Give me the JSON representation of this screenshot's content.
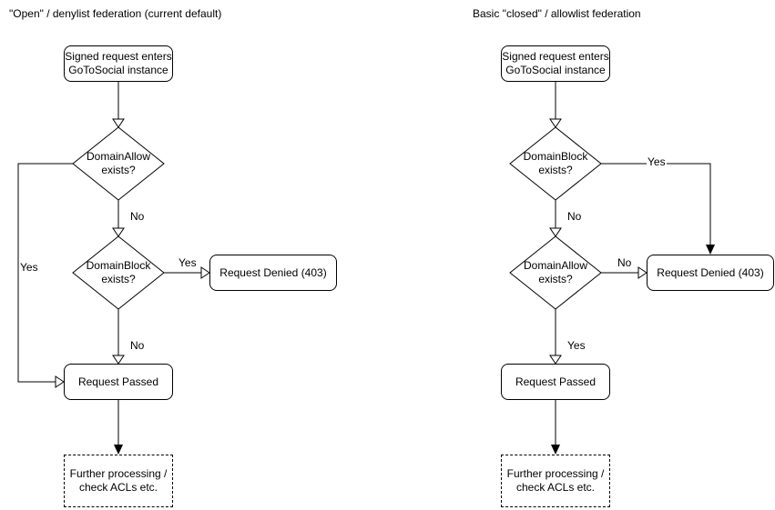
{
  "diagram": {
    "left": {
      "title": "\"Open\" / denylist federation (current default)",
      "start": "Signed request enters\nGoToSocial instance",
      "decision1": "DomainAllow\nexists?",
      "decision2": "DomainBlock\nexists?",
      "denied": "Request Denied (403)",
      "passed": "Request Passed",
      "further": "Further processing /\ncheck ACLs etc.",
      "labels": {
        "decision1_yes": "Yes",
        "decision1_no": "No",
        "decision2_yes": "Yes",
        "decision2_no": "No"
      }
    },
    "right": {
      "title": "Basic \"closed\" / allowlist federation",
      "start": "Signed request enters\nGoToSocial instance",
      "decision1": "DomainBlock\nexists?",
      "decision2": "DomainAllow\nexists?",
      "denied": "Request Denied (403)",
      "passed": "Request Passed",
      "further": "Further processing /\ncheck ACLs etc.",
      "labels": {
        "decision1_yes": "Yes",
        "decision1_no": "No",
        "decision2_no": "No",
        "decision2_yes": "Yes"
      }
    }
  }
}
